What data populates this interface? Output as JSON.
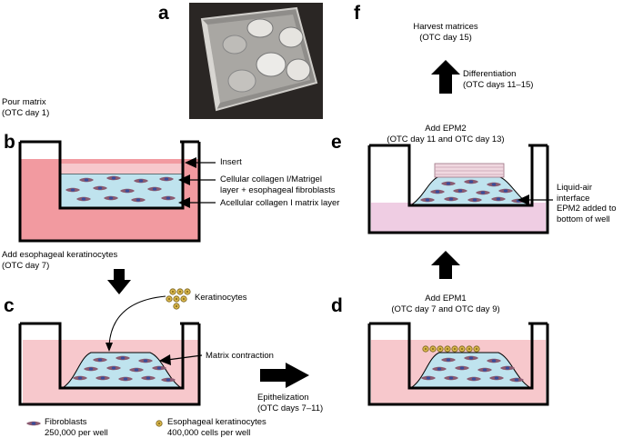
{
  "panels": {
    "a": "a",
    "b": "b",
    "c": "c",
    "d": "d",
    "e": "e",
    "f": "f"
  },
  "labels": {
    "pour_matrix": "Pour matrix\n(OTC day 1)",
    "insert": "Insert",
    "cellular_layer": "Cellular collagen I/Matrigel\nlayer + esophageal fibroblasts",
    "acellular_layer": "Acellular collagen I matrix layer",
    "add_keratinocytes": "Add esophageal keratinocytes\n(OTC day 7)",
    "keratinocytes": "Keratinocytes",
    "matrix_contraction": "Matrix contraction",
    "epithelization": "Epithelization\n(OTC days 7–11)",
    "add_epm1": "Add EPM1\n(OTC day 7 and OTC day 9)",
    "add_epm2": "Add EPM2\n(OTC day 11 and OTC day 13)",
    "liquid_air": "Liquid-air interface\nEPM2 added to\nbottom of well",
    "differentiation": "Differentiation\n(OTC days 11–15)",
    "harvest": "Harvest matrices\n(OTC day 15)"
  },
  "legend": {
    "fibroblasts": "Fibroblasts\n250,000 per well",
    "keratinocytes": "Esophageal keratinocytes\n400,000 cells per well"
  },
  "colors": {
    "medium_red": "#f29aa0",
    "medium_light_pink": "#f7c8cc",
    "medium_lavender": "#efcde3",
    "matrix_blue": "#bfe3ee",
    "fibroblast": "#8a5a70",
    "keratinocyte": "#d9b64a",
    "outline": "#000000"
  }
}
